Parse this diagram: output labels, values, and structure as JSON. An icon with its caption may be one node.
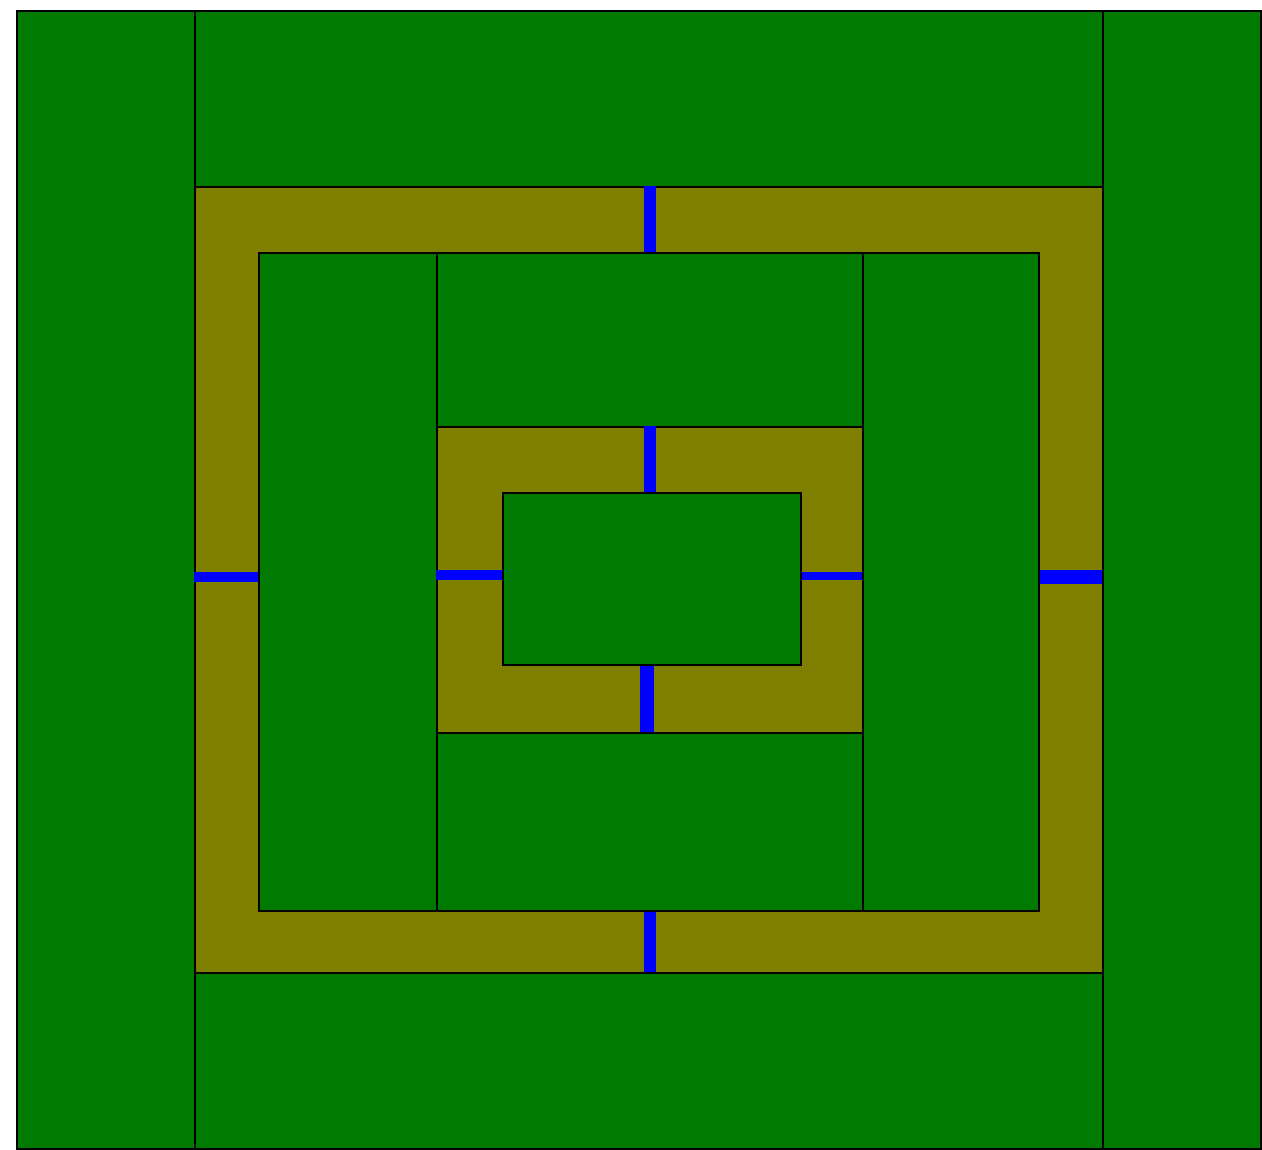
{
  "diagram": {
    "nodes": [
      {
        "text": [],
        "shape": "box"
      },
      {
        "text": [],
        "shape": "box"
      },
      {
        "text": [],
        "shape": "band"
      },
      {
        "text": [],
        "shape": "box",
        "in": 2
      },
      {
        "text": [],
        "shape": "box",
        "in": 2
      },
      {
        "text": [],
        "shape": "band",
        "in": 2
      },
      {
        "text": [],
        "shape": "box",
        "in": 5
      },
      {
        "text": [],
        "shape": "box",
        "in": 2
      },
      {
        "text": [],
        "shape": "box",
        "in": 2
      },
      {
        "text": [],
        "shape": "box"
      },
      {
        "text": [],
        "shape": "box"
      }
    ]
  }
}
